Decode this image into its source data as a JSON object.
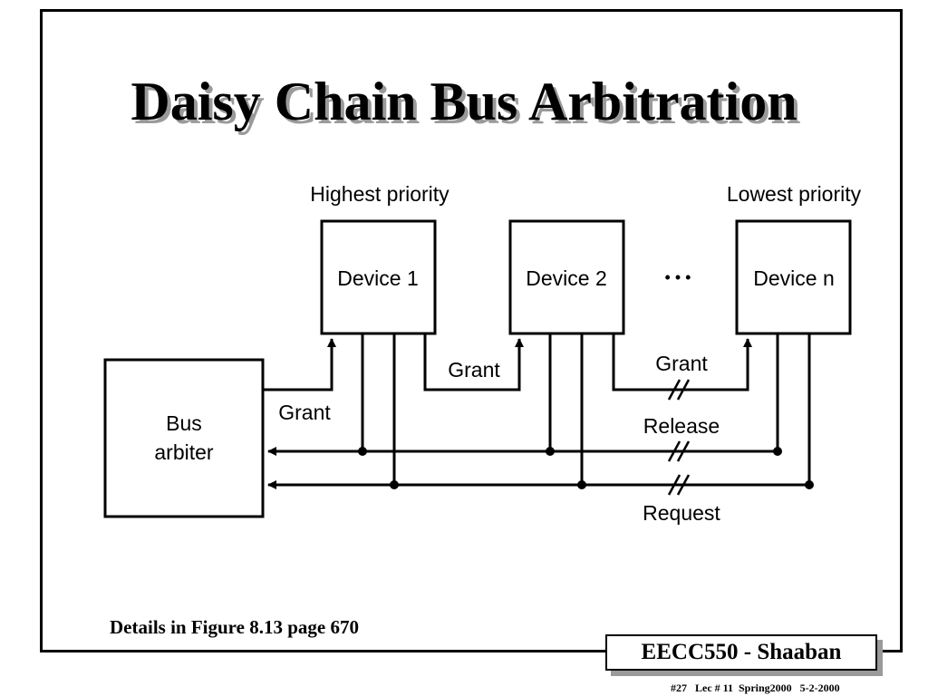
{
  "slide": {
    "title": "Daisy Chain Bus Arbitration",
    "footnote": "Details in Figure 8.13 page 670",
    "course": "EECC550 - Shaaban",
    "slide_info": "#27   Lec # 11  Spring2000   5-2-2000"
  },
  "diagram": {
    "priority_high": "Highest priority",
    "priority_low": "Lowest priority",
    "arbiter": {
      "line1": "Bus",
      "line2": "arbiter"
    },
    "devices": [
      "Device 1",
      "Device 2",
      "Device n"
    ],
    "ellipsis": "• • •",
    "signals": {
      "grant_arbiter": "Grant",
      "grant_1_2": "Grant",
      "grant_2_n": "Grant",
      "release": "Release",
      "request": "Request"
    }
  }
}
